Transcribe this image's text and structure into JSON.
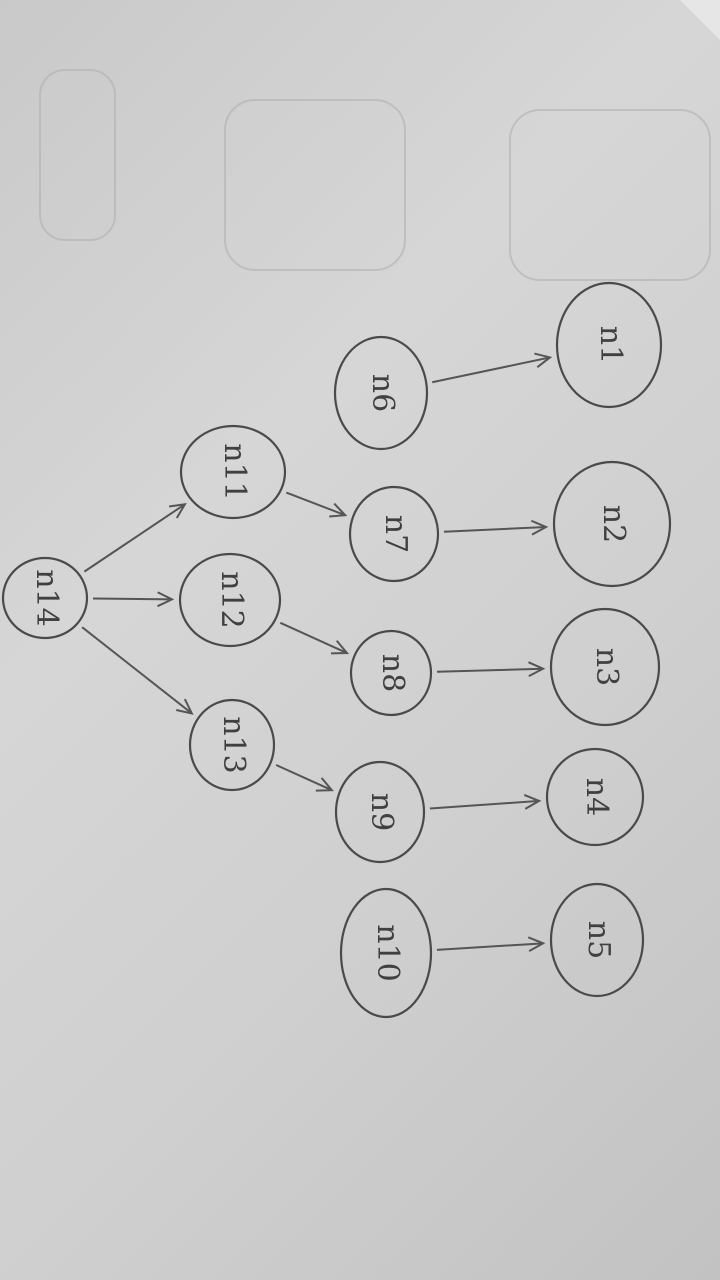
{
  "diagram": {
    "nodes": [
      {
        "id": "n14",
        "label": "n14"
      },
      {
        "id": "n11",
        "label": "n11"
      },
      {
        "id": "n12",
        "label": "n12"
      },
      {
        "id": "n13",
        "label": "n13"
      },
      {
        "id": "n6",
        "label": "n6"
      },
      {
        "id": "n7",
        "label": "n7"
      },
      {
        "id": "n8",
        "label": "n8"
      },
      {
        "id": "n9",
        "label": "n9"
      },
      {
        "id": "n10",
        "label": "n10"
      },
      {
        "id": "n1",
        "label": "n1"
      },
      {
        "id": "n2",
        "label": "n2"
      },
      {
        "id": "n3",
        "label": "n3"
      },
      {
        "id": "n4",
        "label": "n4"
      },
      {
        "id": "n5",
        "label": "n5"
      }
    ],
    "edges": [
      {
        "from": "n14",
        "to": "n11"
      },
      {
        "from": "n14",
        "to": "n12"
      },
      {
        "from": "n14",
        "to": "n13"
      },
      {
        "from": "n11",
        "to": "n7"
      },
      {
        "from": "n12",
        "to": "n8"
      },
      {
        "from": "n13",
        "to": "n9"
      },
      {
        "from": "n6",
        "to": "n1"
      },
      {
        "from": "n7",
        "to": "n2"
      },
      {
        "from": "n8",
        "to": "n3"
      },
      {
        "from": "n9",
        "to": "n4"
      },
      {
        "from": "n10",
        "to": "n5"
      }
    ]
  }
}
